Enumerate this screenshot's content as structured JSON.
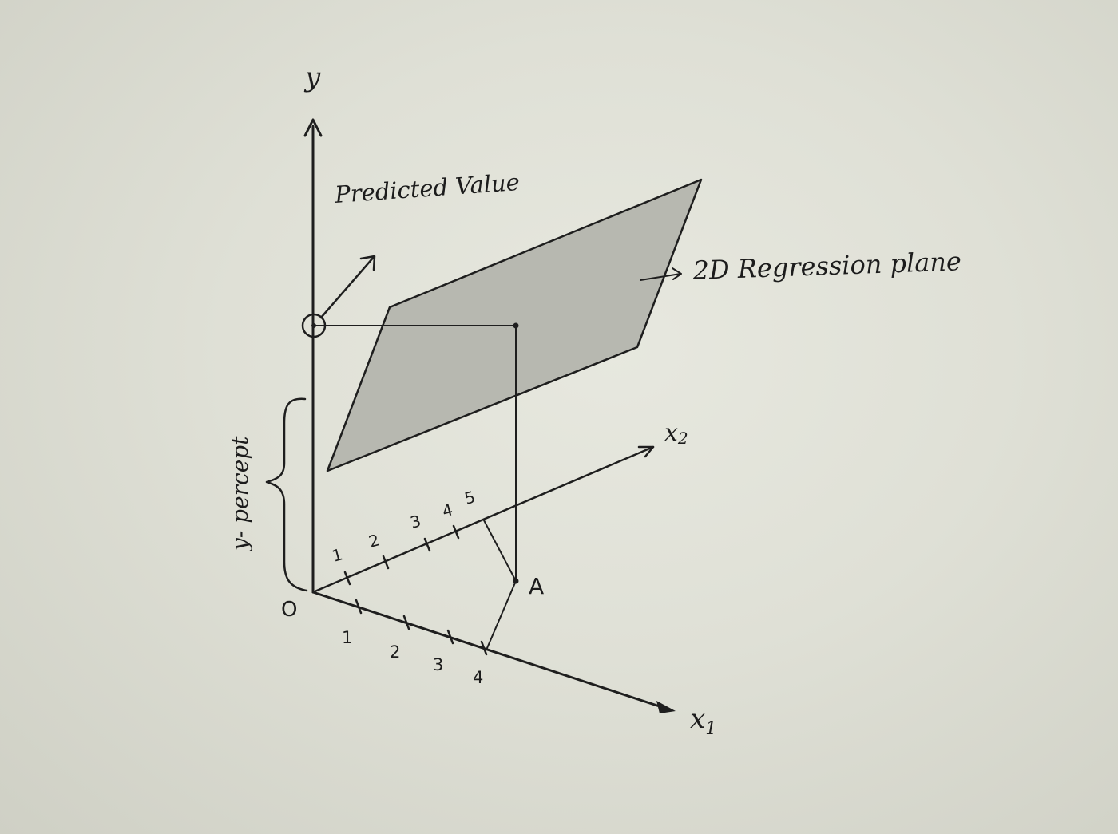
{
  "labels": {
    "y_axis": "y",
    "x1_axis": "x",
    "x1_sub": "1",
    "x2_axis": "x",
    "x2_sub": "2",
    "origin": "O",
    "point_a": "A",
    "predicted_value": "Predicted Value",
    "regression_plane": "2D Regression plane",
    "y_intercept": "y- percept"
  },
  "ticks": {
    "x1": [
      "1",
      "2",
      "3",
      "4"
    ],
    "x2": [
      "1",
      "2",
      "3",
      "4",
      "5"
    ]
  },
  "colors": {
    "ink": "#1e1e1e",
    "plane_fill": "#b9bab2",
    "paper": "#e2e3da"
  }
}
